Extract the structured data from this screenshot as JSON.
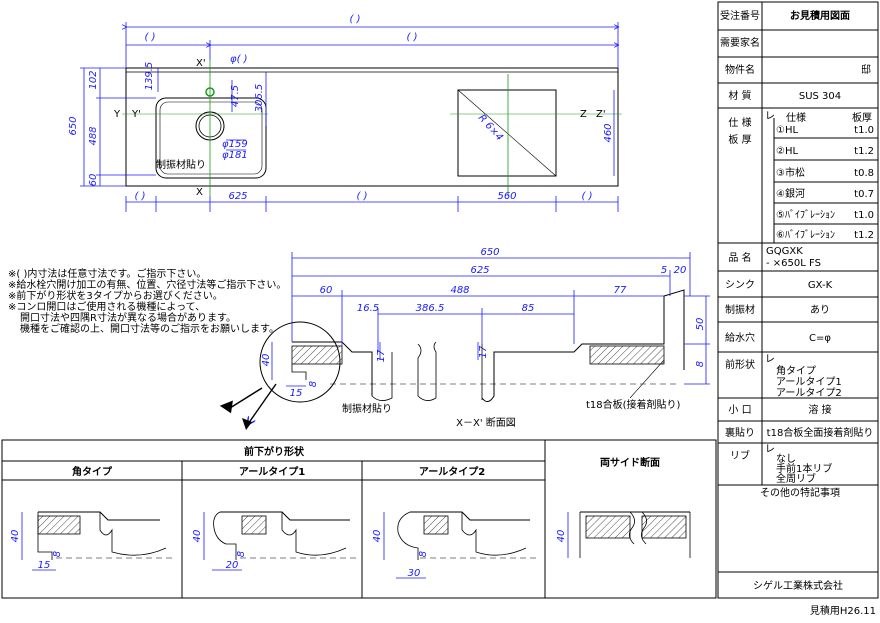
{
  "title_block": {
    "rows": [
      {
        "key": "order_no",
        "label": "受注番号",
        "value": "お見積用図面"
      },
      {
        "key": "customer",
        "label": "需要家名",
        "value": ""
      },
      {
        "key": "property",
        "label": "物件名",
        "value": "邸"
      },
      {
        "key": "material",
        "label": "材 質",
        "value": "SUS 304"
      },
      {
        "key": "spec",
        "label": "仕 様\n板 厚",
        "value": ""
      },
      {
        "key": "product",
        "label": "品 名",
        "value": "GQGXK\n-            ×650L FS"
      },
      {
        "key": "sink",
        "label": "シンク",
        "value": "GX-K"
      },
      {
        "key": "vibration",
        "label": "制振材",
        "value": "あり"
      },
      {
        "key": "faucet_hole",
        "label": "給水穴",
        "value": "C=φ"
      },
      {
        "key": "front_shape",
        "label": "前形状",
        "value": ""
      },
      {
        "key": "kokuchi",
        "label": "小 口",
        "value": "溶 接"
      },
      {
        "key": "backing",
        "label": "裏貼り",
        "value": "t18合板全面接着剤貼り"
      },
      {
        "key": "rib",
        "label": "リブ",
        "value": ""
      }
    ],
    "spec_header": {
      "mark": "レ",
      "col1": "仕様",
      "col2": "板厚"
    },
    "spec_items": [
      {
        "name": "①HL",
        "thickness": "t1.0"
      },
      {
        "name": "②HL",
        "thickness": "t1.2"
      },
      {
        "name": "③市松",
        "thickness": "t0.8"
      },
      {
        "name": "④銀河",
        "thickness": "t0.7"
      },
      {
        "name": "⑤ﾊﾞｲﾌﾞﾚｰｼｮﾝ",
        "thickness": "t1.0"
      },
      {
        "name": "⑥ﾊﾞｲﾌﾞﾚｰｼｮﾝ",
        "thickness": "t1.2"
      }
    ],
    "front_shape_options": [
      "レ",
      "角タイプ",
      "アールタイプ1",
      "アールタイプ2"
    ],
    "rib_options": [
      "レ",
      "なし",
      "手前1本リブ",
      "全周リブ"
    ],
    "special_notes": "その他の特記事項",
    "company": "シゲル工業株式会社",
    "footer": "見積用H26.11"
  },
  "notes": [
    "※(  )内寸法は任意寸法です。ご指示下さい。",
    "※給水栓穴開け加工の有無、位置、穴径寸法等ご指示下さい。",
    "※前下がり形状を3タイプからお選びください。",
    "※コンロ開口はご使用される機種によって、",
    "開口寸法や四隅R寸法が異なる場合があります。",
    "機種をご確認の上、開口寸法等のご指示をお願いします。"
  ],
  "plan_view": {
    "dim_top_outer": "(        )",
    "dim_top_left": "(        )",
    "dim_top_right": "(        )",
    "dim_phi": "φ(    )",
    "dim_102": "102",
    "dim_139_5": "139.5",
    "dim_47_5": "47.5",
    "dim_306_5": "306.5",
    "dim_650": "650",
    "dim_488": "488",
    "dim_60": "60",
    "dim_460": "460",
    "dim_phi159": "φ159",
    "dim_phi181": "φ181",
    "dim_bottom_left": "(    )",
    "dim_625": "625",
    "dim_bottom_mid": "(        )",
    "dim_560": "560",
    "dim_bottom_right": "(    )",
    "radius_label": "R 6×4",
    "label_damper": "制振材貼り",
    "label_x": "X",
    "label_x2": "X'",
    "label_y": "Y",
    "label_y2": "Y'",
    "label_z": "Z",
    "label_z2": "Z'"
  },
  "section_xx": {
    "dim_650": "650",
    "dim_625": "625",
    "dim_5": "5",
    "dim_20": "20",
    "dim_60": "60",
    "dim_488": "488",
    "dim_77": "77",
    "dim_16_5": "16.5",
    "dim_386_5": "386.5",
    "dim_85": "85",
    "dim_8": "8",
    "dim_50": "50",
    "dim_40": "40",
    "dim_17a": "17",
    "dim_17b": "17",
    "dim_15": "15",
    "dim_8b": "8",
    "label_damper": "制振材貼り",
    "label_plywood": "t18合板(接着剤貼り)",
    "title": "X－X' 断面図"
  },
  "front_shapes": {
    "heading": "前下がり形状",
    "types": [
      {
        "name": "角タイプ",
        "dim_40": "40",
        "dim_8": "8",
        "dim_w": "15"
      },
      {
        "name": "アールタイプ1",
        "dim_40": "40",
        "dim_8": "8",
        "dim_w": "20"
      },
      {
        "name": "アールタイプ2",
        "dim_40": "40",
        "dim_8": "8",
        "dim_w": "30"
      }
    ]
  },
  "side_section": {
    "heading": "両サイド断面",
    "dim_40": "40"
  }
}
